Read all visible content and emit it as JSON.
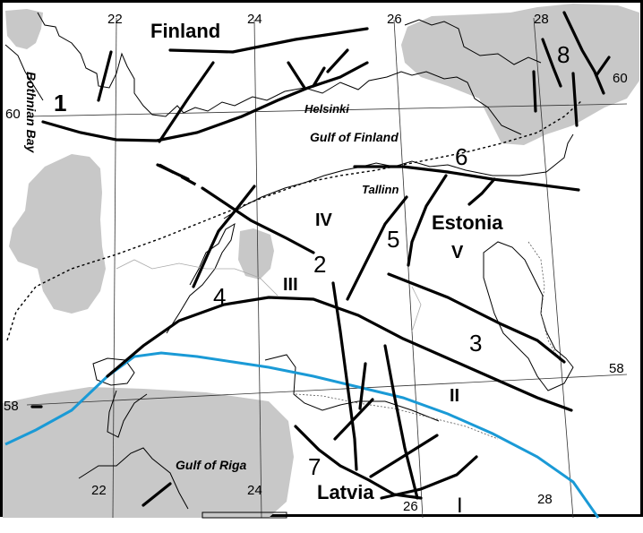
{
  "map": {
    "title_country_finland": "Finland",
    "title_country_estonia": "Estonia",
    "title_country_latvia": "Latvia",
    "water_bothnian_bay": "Bothnian Bay",
    "water_gulf_of_finland": "Gulf of Finland",
    "water_gulf_of_riga": "Gulf of Riga",
    "city_helsinki": "Helsinki",
    "city_tallinn": "Tallinn",
    "longitude_labels": {
      "lon_22_top": "22",
      "lon_24_top": "24",
      "lon_26_top": "26",
      "lon_28_top": "28",
      "lon_22_bottom": "22",
      "lon_24_bottom": "24",
      "lon_26_bottom": "26",
      "lon_28_bottom": "28"
    },
    "latitude_labels": {
      "lat_60_left": "60",
      "lat_60_right": "60",
      "lat_58_left": "58",
      "lat_58_right": "58"
    },
    "zone_numbers": {
      "n1": "1",
      "n2": "2",
      "n3": "3",
      "n4": "4",
      "n5": "5",
      "n6": "6",
      "n7": "7",
      "n8": "8"
    },
    "roman_domains": {
      "r1": "I",
      "r2": "II",
      "r3": "III",
      "r4": "IV",
      "r5": "V"
    },
    "colors": {
      "shading": "#c8c8c8",
      "blue_line": "#1a9ad6",
      "fault_line": "#000000"
    }
  }
}
